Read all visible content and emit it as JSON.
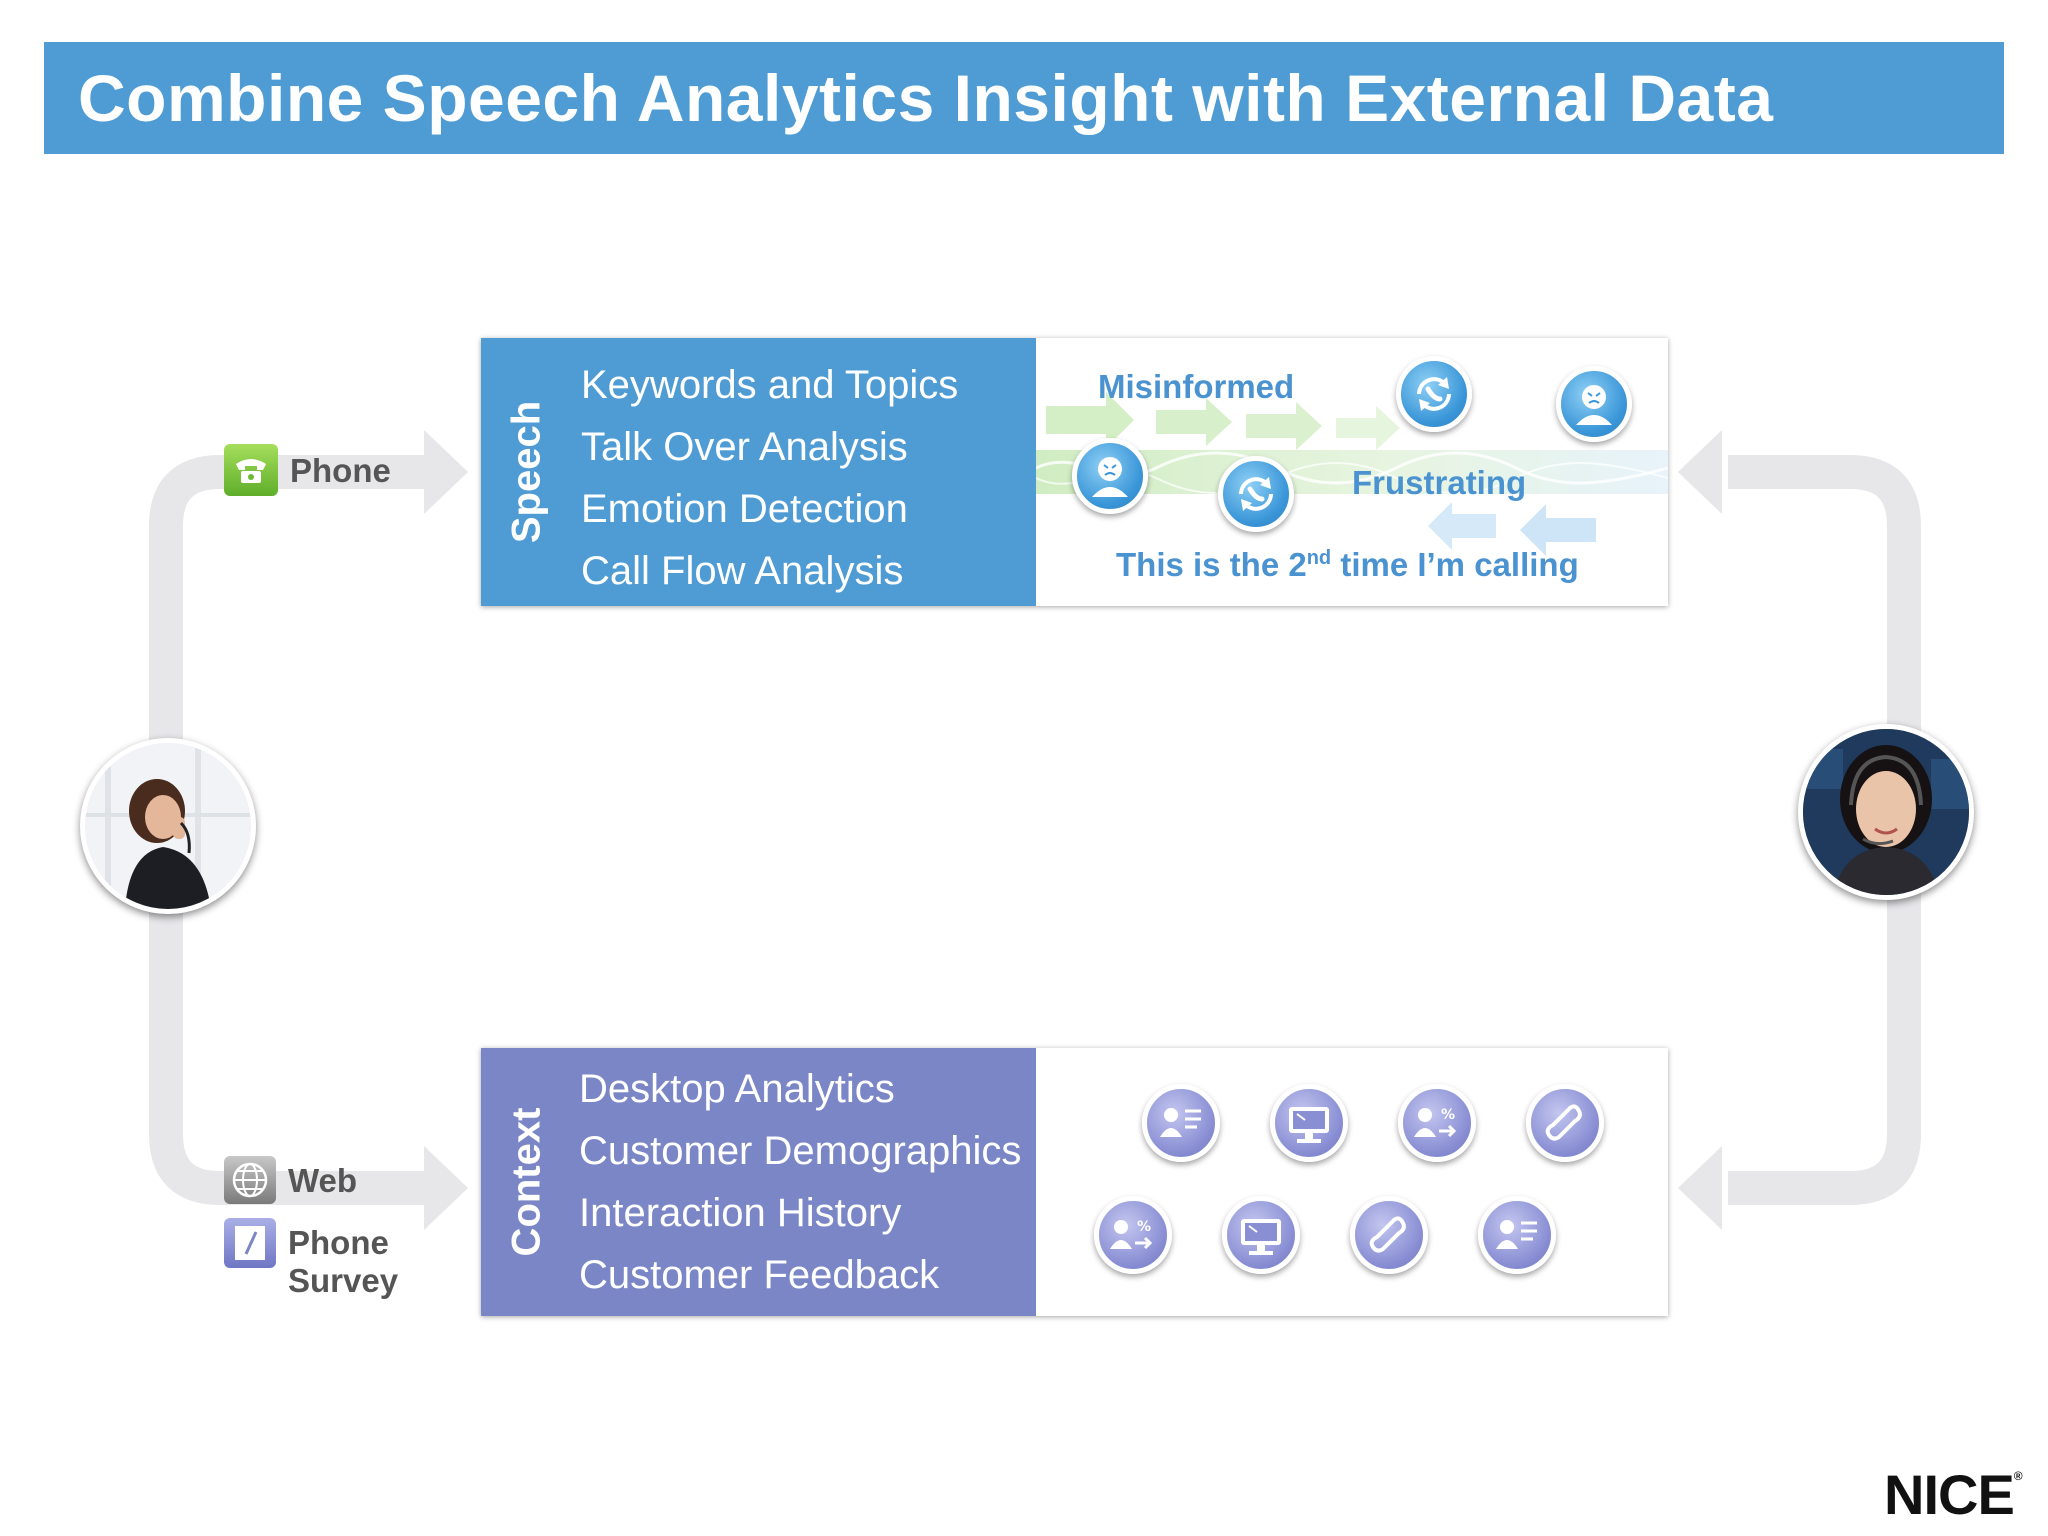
{
  "title": "Combine Speech Analytics Insight with External Data",
  "speech": {
    "label": "Speech",
    "items": [
      "Keywords and Topics",
      "Talk Over Analysis",
      "Emotion Detection",
      "Call Flow Analysis"
    ],
    "emotions": {
      "misinformed": "Misinformed",
      "frustrating": "Frustrating",
      "calling_prefix": "This is the 2",
      "calling_sup": "nd",
      "calling_suffix": " time I’m calling"
    }
  },
  "context": {
    "label": "Context",
    "items": [
      "Desktop Analytics",
      "Customer Demographics",
      "Interaction History",
      "Customer Feedback"
    ]
  },
  "sources": {
    "phone": "Phone",
    "web": "Web",
    "phone_survey_line1": "Phone",
    "phone_survey_line2": "Survey"
  },
  "icons": {
    "phone_source": "phone-icon",
    "web_source": "globe-icon",
    "survey_source": "survey-icon",
    "speech_bubbles": [
      "angry-face-icon",
      "call-cycle-icon",
      "call-cycle-icon",
      "angry-face-icon"
    ],
    "context_bubbles": [
      "customer-profile-icon",
      "desktop-monitor-icon",
      "customer-percent-icon",
      "phone-handset-icon",
      "customer-percent-icon",
      "desktop-monitor-icon",
      "phone-handset-icon",
      "customer-profile-icon"
    ]
  },
  "colors": {
    "title_bar": "#4f9cd4",
    "speech_panel": "#4f9cd4",
    "context_panel": "#7b86c6",
    "emotion_text": "#4a93d0",
    "flow_arrow": "#e6e6e9"
  },
  "logo": {
    "text": "NICE",
    "mark": "®"
  }
}
